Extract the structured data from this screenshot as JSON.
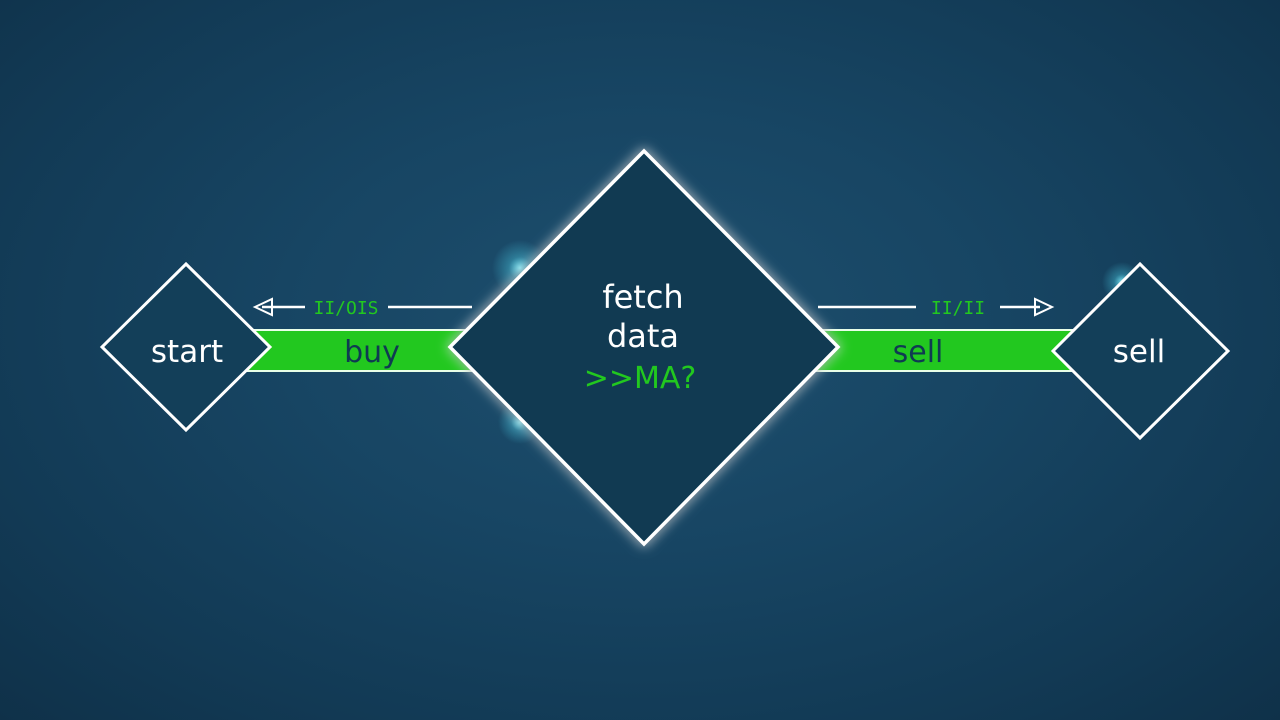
{
  "colors": {
    "background": "#174563",
    "node_fill": "#133f59",
    "node_stroke": "#ffffff",
    "accent_green": "#22c81f",
    "glow": "#5fe8ff"
  },
  "nodes": {
    "start": {
      "label": "start"
    },
    "fetch": {
      "line1": "fetch",
      "line2": "data",
      "condition": ">>MA?"
    },
    "sell": {
      "label": "sell"
    }
  },
  "connectors": {
    "left": {
      "label": "buy",
      "scribble": "II/OIS",
      "arrow_direction": "left"
    },
    "right": {
      "label": "sell",
      "scribble": "II/II",
      "arrow_direction": "right"
    }
  }
}
